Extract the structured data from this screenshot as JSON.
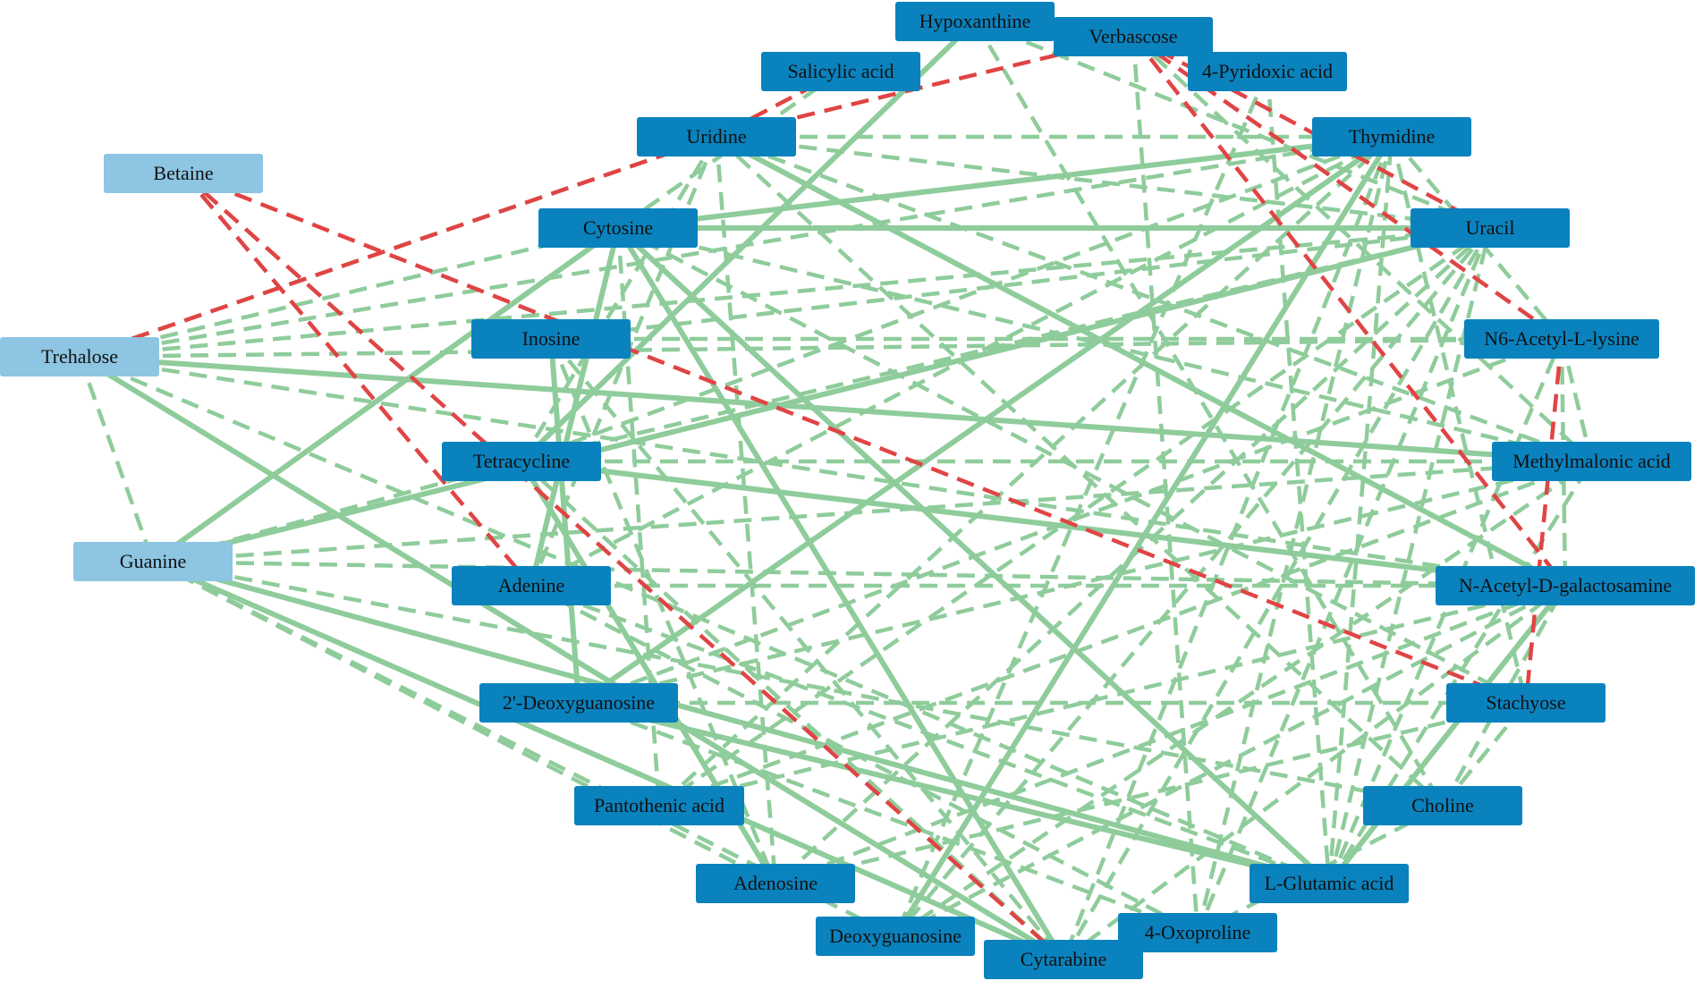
{
  "colors": {
    "positive_edge": "#8fcc9b",
    "negative_edge": "#e04444",
    "node_dark": "#0a82be",
    "node_light": "#8dc5e2",
    "label": "#111111"
  },
  "nodes": [
    {
      "id": "hypoxanthine",
      "label": "Hypoxanthine",
      "style": "dark"
    },
    {
      "id": "verbascose",
      "label": "Verbascose",
      "style": "dark"
    },
    {
      "id": "salicylic",
      "label": "Salicylic acid",
      "style": "dark"
    },
    {
      "id": "pyridoxic",
      "label": "4-Pyridoxic acid",
      "style": "dark"
    },
    {
      "id": "uridine",
      "label": "Uridine",
      "style": "dark"
    },
    {
      "id": "thymidine",
      "label": "Thymidine",
      "style": "dark"
    },
    {
      "id": "betaine",
      "label": "Betaine",
      "style": "light"
    },
    {
      "id": "cytosine",
      "label": "Cytosine",
      "style": "dark"
    },
    {
      "id": "uracil",
      "label": "Uracil",
      "style": "dark"
    },
    {
      "id": "trehalose",
      "label": "Trehalose",
      "style": "light"
    },
    {
      "id": "inosine",
      "label": "Inosine",
      "style": "dark"
    },
    {
      "id": "n6acetyl",
      "label": "N6-Acetyl-L-lysine",
      "style": "dark"
    },
    {
      "id": "methylmalonic",
      "label": "Methylmalonic acid",
      "style": "dark"
    },
    {
      "id": "tetracycline",
      "label": "Tetracycline",
      "style": "dark"
    },
    {
      "id": "guanine",
      "label": "Guanine",
      "style": "light"
    },
    {
      "id": "adenine",
      "label": "Adenine",
      "style": "dark"
    },
    {
      "id": "nacetylgal",
      "label": "N-Acetyl-D-galactosamine",
      "style": "dark"
    },
    {
      "id": "deoxyguanosine2",
      "label": "2'-Deoxyguanosine",
      "style": "dark"
    },
    {
      "id": "stachyose",
      "label": "Stachyose",
      "style": "dark"
    },
    {
      "id": "pantothenic",
      "label": "Pantothenic acid",
      "style": "dark"
    },
    {
      "id": "choline",
      "label": "Choline",
      "style": "dark"
    },
    {
      "id": "adenosine",
      "label": "Adenosine",
      "style": "dark"
    },
    {
      "id": "glutamic",
      "label": "L-Glutamic acid",
      "style": "dark"
    },
    {
      "id": "deoxyguanosine",
      "label": "Deoxyguanosine",
      "style": "dark"
    },
    {
      "id": "oxoproline",
      "label": "4-Oxoproline",
      "style": "dark"
    },
    {
      "id": "cytarabine",
      "label": "Cytarabine",
      "style": "dark"
    }
  ],
  "edges": [
    {
      "from": "betaine",
      "to": "adenine",
      "sign": "negative",
      "line": "dashed"
    },
    {
      "from": "betaine",
      "to": "cytarabine",
      "sign": "negative",
      "line": "dashed"
    },
    {
      "from": "betaine",
      "to": "stachyose",
      "sign": "negative",
      "line": "dashed"
    },
    {
      "from": "trehalose",
      "to": "uridine",
      "sign": "negative",
      "line": "dashed"
    },
    {
      "from": "uridine",
      "to": "verbascose",
      "sign": "negative",
      "line": "dashed"
    },
    {
      "from": "salicylic",
      "to": "uridine",
      "sign": "negative",
      "line": "dashed"
    },
    {
      "from": "verbascose",
      "to": "uracil",
      "sign": "negative",
      "line": "dashed"
    },
    {
      "from": "verbascose",
      "to": "nacetylgal",
      "sign": "negative",
      "line": "dashed"
    },
    {
      "from": "verbascose",
      "to": "n6acetyl",
      "sign": "negative",
      "line": "dashed"
    },
    {
      "from": "n6acetyl",
      "to": "stachyose",
      "sign": "negative",
      "line": "dashed"
    },
    {
      "from": "hypoxanthine",
      "to": "tetracycline",
      "sign": "positive",
      "line": "solid"
    },
    {
      "from": "trehalose",
      "to": "methylmalonic",
      "sign": "positive",
      "line": "solid"
    },
    {
      "from": "trehalose",
      "to": "cytarabine",
      "sign": "positive",
      "line": "solid"
    },
    {
      "from": "guanine",
      "to": "cytosine",
      "sign": "positive",
      "line": "solid"
    },
    {
      "from": "guanine",
      "to": "uracil",
      "sign": "positive",
      "line": "solid"
    },
    {
      "from": "guanine",
      "to": "glutamic",
      "sign": "positive",
      "line": "solid"
    },
    {
      "from": "guanine",
      "to": "cytarabine",
      "sign": "positive",
      "line": "solid"
    },
    {
      "from": "cytosine",
      "to": "uracil",
      "sign": "positive",
      "line": "solid"
    },
    {
      "from": "cytosine",
      "to": "thymidine",
      "sign": "positive",
      "line": "solid"
    },
    {
      "from": "cytosine",
      "to": "glutamic",
      "sign": "positive",
      "line": "solid"
    },
    {
      "from": "cytosine",
      "to": "cytarabine",
      "sign": "positive",
      "line": "solid"
    },
    {
      "from": "cytosine",
      "to": "adenine",
      "sign": "positive",
      "line": "solid"
    },
    {
      "from": "uridine",
      "to": "nacetylgal",
      "sign": "positive",
      "line": "solid"
    },
    {
      "from": "tetracycline",
      "to": "nacetylgal",
      "sign": "positive",
      "line": "solid"
    },
    {
      "from": "tetracycline",
      "to": "adenosine",
      "sign": "positive",
      "line": "solid"
    },
    {
      "from": "inosine",
      "to": "deoxyguanosine2",
      "sign": "positive",
      "line": "solid"
    },
    {
      "from": "thymidine",
      "to": "deoxyguanosine2",
      "sign": "positive",
      "line": "solid"
    },
    {
      "from": "thymidine",
      "to": "deoxyguanosine",
      "sign": "positive",
      "line": "solid"
    },
    {
      "from": "deoxyguanosine2",
      "to": "glutamic",
      "sign": "positive",
      "line": "solid"
    },
    {
      "from": "nacetylgal",
      "to": "glutamic",
      "sign": "positive",
      "line": "solid"
    },
    {
      "from": "trehalose",
      "to": "cytosine",
      "sign": "positive",
      "line": "dashed"
    },
    {
      "from": "trehalose",
      "to": "uracil",
      "sign": "positive",
      "line": "dashed"
    },
    {
      "from": "trehalose",
      "to": "thymidine",
      "sign": "positive",
      "line": "dashed"
    },
    {
      "from": "trehalose",
      "to": "uridine",
      "sign": "positive",
      "line": "dashed"
    },
    {
      "from": "trehalose",
      "to": "guanine",
      "sign": "positive",
      "line": "dashed"
    },
    {
      "from": "trehalose",
      "to": "nacetylgal",
      "sign": "positive",
      "line": "dashed"
    },
    {
      "from": "trehalose",
      "to": "glutamic",
      "sign": "positive",
      "line": "dashed"
    },
    {
      "from": "trehalose",
      "to": "n6acetyl",
      "sign": "positive",
      "line": "dashed"
    },
    {
      "from": "guanine",
      "to": "methylmalonic",
      "sign": "positive",
      "line": "dashed"
    },
    {
      "from": "guanine",
      "to": "nacetylgal",
      "sign": "positive",
      "line": "dashed"
    },
    {
      "from": "guanine",
      "to": "adenosine",
      "sign": "positive",
      "line": "dashed"
    },
    {
      "from": "guanine",
      "to": "deoxyguanosine",
      "sign": "positive",
      "line": "dashed"
    },
    {
      "from": "guanine",
      "to": "choline",
      "sign": "positive",
      "line": "dashed"
    },
    {
      "from": "guanine",
      "to": "tetracycline",
      "sign": "positive",
      "line": "dashed"
    },
    {
      "from": "uridine",
      "to": "thymidine",
      "sign": "positive",
      "line": "dashed"
    },
    {
      "from": "uridine",
      "to": "uracil",
      "sign": "positive",
      "line": "dashed"
    },
    {
      "from": "uridine",
      "to": "adenosine",
      "sign": "positive",
      "line": "dashed"
    },
    {
      "from": "uridine",
      "to": "adenine",
      "sign": "positive",
      "line": "dashed"
    },
    {
      "from": "uridine",
      "to": "methylmalonic",
      "sign": "positive",
      "line": "dashed"
    },
    {
      "from": "uridine",
      "to": "choline",
      "sign": "positive",
      "line": "dashed"
    },
    {
      "from": "uridine",
      "to": "tetracycline",
      "sign": "positive",
      "line": "dashed"
    },
    {
      "from": "hypoxanthine",
      "to": "choline",
      "sign": "positive",
      "line": "dashed"
    },
    {
      "from": "pyridoxic",
      "to": "deoxyguanosine",
      "sign": "positive",
      "line": "dashed"
    },
    {
      "from": "pyridoxic",
      "to": "glutamic",
      "sign": "positive",
      "line": "dashed"
    },
    {
      "from": "verbascose",
      "to": "oxoproline",
      "sign": "positive",
      "line": "dashed"
    },
    {
      "from": "thymidine",
      "to": "tetracycline",
      "sign": "positive",
      "line": "dashed"
    },
    {
      "from": "thymidine",
      "to": "adenine",
      "sign": "positive",
      "line": "dashed"
    },
    {
      "from": "thymidine",
      "to": "cytarabine",
      "sign": "positive",
      "line": "dashed"
    },
    {
      "from": "thymidine",
      "to": "n6acetyl",
      "sign": "positive",
      "line": "dashed"
    },
    {
      "from": "thymidine",
      "to": "pantothenic",
      "sign": "positive",
      "line": "dashed"
    },
    {
      "from": "thymidine",
      "to": "stachyose",
      "sign": "positive",
      "line": "dashed"
    },
    {
      "from": "uracil",
      "to": "inosine",
      "sign": "positive",
      "line": "dashed"
    },
    {
      "from": "uracil",
      "to": "adenosine",
      "sign": "positive",
      "line": "dashed"
    },
    {
      "from": "uracil",
      "to": "deoxyguanosine",
      "sign": "positive",
      "line": "dashed"
    },
    {
      "from": "uracil",
      "to": "oxoproline",
      "sign": "positive",
      "line": "dashed"
    },
    {
      "from": "uracil",
      "to": "pantothenic",
      "sign": "positive",
      "line": "dashed"
    },
    {
      "from": "uracil",
      "to": "tetracycline",
      "sign": "positive",
      "line": "dashed"
    },
    {
      "from": "cytosine",
      "to": "pantothenic",
      "sign": "positive",
      "line": "dashed"
    },
    {
      "from": "cytosine",
      "to": "stachyose",
      "sign": "positive",
      "line": "dashed"
    },
    {
      "from": "cytosine",
      "to": "methylmalonic",
      "sign": "positive",
      "line": "dashed"
    },
    {
      "from": "inosine",
      "to": "n6acetyl",
      "sign": "positive",
      "line": "dashed"
    },
    {
      "from": "inosine",
      "to": "adenosine",
      "sign": "positive",
      "line": "dashed"
    },
    {
      "from": "inosine",
      "to": "cytarabine",
      "sign": "positive",
      "line": "dashed"
    },
    {
      "from": "tetracycline",
      "to": "methylmalonic",
      "sign": "positive",
      "line": "dashed"
    },
    {
      "from": "tetracycline",
      "to": "cytarabine",
      "sign": "positive",
      "line": "dashed"
    },
    {
      "from": "adenine",
      "to": "glutamic",
      "sign": "positive",
      "line": "dashed"
    },
    {
      "from": "adenine",
      "to": "nacetylgal",
      "sign": "positive",
      "line": "dashed"
    },
    {
      "from": "adenine",
      "to": "oxoproline",
      "sign": "positive",
      "line": "dashed"
    },
    {
      "from": "deoxyguanosine2",
      "to": "n6acetyl",
      "sign": "positive",
      "line": "dashed"
    },
    {
      "from": "deoxyguanosine2",
      "to": "stachyose",
      "sign": "positive",
      "line": "dashed"
    },
    {
      "from": "deoxyguanosine2",
      "to": "oxoproline",
      "sign": "positive",
      "line": "dashed"
    },
    {
      "from": "deoxyguanosine2",
      "to": "methylmalonic",
      "sign": "positive",
      "line": "dashed"
    },
    {
      "from": "pantothenic",
      "to": "nacetylgal",
      "sign": "positive",
      "line": "dashed"
    },
    {
      "from": "pantothenic",
      "to": "methylmalonic",
      "sign": "positive",
      "line": "dashed"
    },
    {
      "from": "adenosine",
      "to": "nacetylgal",
      "sign": "positive",
      "line": "dashed"
    },
    {
      "from": "deoxyguanosine",
      "to": "nacetylgal",
      "sign": "positive",
      "line": "dashed"
    },
    {
      "from": "deoxyguanosine",
      "to": "methylmalonic",
      "sign": "positive",
      "line": "dashed"
    },
    {
      "from": "cytarabine",
      "to": "nacetylgal",
      "sign": "positive",
      "line": "dashed"
    },
    {
      "from": "cytarabine",
      "to": "uracil",
      "sign": "positive",
      "line": "dashed"
    },
    {
      "from": "oxoproline",
      "to": "choline",
      "sign": "positive",
      "line": "dashed"
    },
    {
      "from": "oxoproline",
      "to": "thymidine",
      "sign": "positive",
      "line": "dashed"
    },
    {
      "from": "glutamic",
      "to": "uracil",
      "sign": "positive",
      "line": "dashed"
    },
    {
      "from": "glutamic",
      "to": "thymidine",
      "sign": "positive",
      "line": "dashed"
    },
    {
      "from": "glutamic",
      "to": "methylmalonic",
      "sign": "positive",
      "line": "dashed"
    },
    {
      "from": "glutamic",
      "to": "n6acetyl",
      "sign": "positive",
      "line": "dashed"
    },
    {
      "from": "choline",
      "to": "stachyose",
      "sign": "positive",
      "line": "dashed"
    },
    {
      "from": "choline",
      "to": "nacetylgal",
      "sign": "positive",
      "line": "dashed"
    },
    {
      "from": "n6acetyl",
      "to": "methylmalonic",
      "sign": "positive",
      "line": "dashed"
    },
    {
      "from": "n6acetyl",
      "to": "nacetylgal",
      "sign": "positive",
      "line": "dashed"
    },
    {
      "from": "verbascose",
      "to": "methylmalonic",
      "sign": "positive",
      "line": "dashed"
    },
    {
      "from": "hypoxanthine",
      "to": "uracil",
      "sign": "positive",
      "line": "dashed"
    },
    {
      "from": "salicylic",
      "to": "cytosine",
      "sign": "positive",
      "line": "dashed"
    },
    {
      "from": "stachyose",
      "to": "adenosine",
      "sign": "positive",
      "line": "dashed"
    }
  ]
}
